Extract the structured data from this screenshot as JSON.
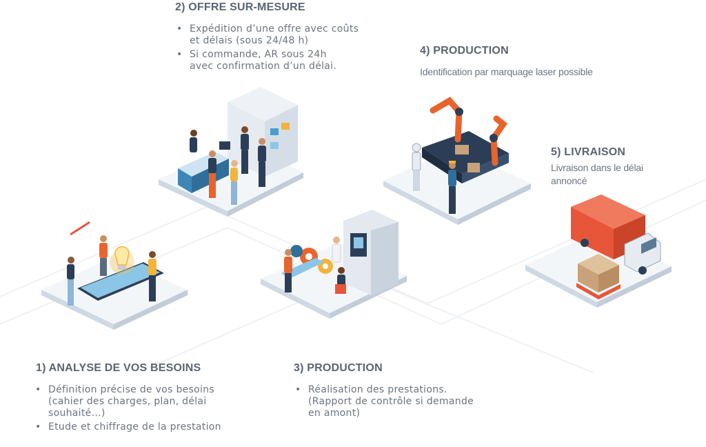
{
  "steps": {
    "step1": {
      "title": "1) ANALYSE DE VOS BESOINS",
      "bullets": [
        {
          "lines": [
            "Définition précise de vos besoins",
            "(cahier des charges, plan, délai",
            "souhaité...)"
          ]
        },
        {
          "lines": [
            "Etude et chiffrage de la prestation"
          ]
        }
      ]
    },
    "step2": {
      "title": "2) OFFRE SUR-MESURE",
      "bullets": [
        {
          "lines": [
            "Expédition d’une offre avec coûts",
            "et délais (sous 24/48 h)"
          ]
        },
        {
          "lines": [
            "Si commande, AR sous 24h",
            "avec confirmation d’un délai."
          ]
        }
      ]
    },
    "step3": {
      "title": "3) PRODUCTION",
      "bullets": [
        {
          "lines": [
            "Réalisation des prestations.",
            "(Rapport de contrôle si demande",
            "en amont)"
          ]
        }
      ]
    },
    "step4": {
      "title": "4) PRODUCTION",
      "text": "Identification par marquage laser possible"
    },
    "step5": {
      "title": "5) LIVRAISON",
      "lines": [
        "Livraison dans le délai",
        "annoncé"
      ]
    }
  },
  "colors": {
    "title": "#5b6470",
    "text": "#6b7480",
    "platform": "#e9eef4",
    "platform_shadow": "#c9d3de",
    "accent_orange": "#e8642d",
    "accent_blue": "#2f6f9a",
    "truck_red": "#e8563a",
    "lightbulb": "#f6c24a"
  },
  "icons": [
    "lightbulb-icon",
    "robot-arm-icon",
    "truck-icon",
    "gear-icon",
    "shelf-icon",
    "machine-icon"
  ]
}
